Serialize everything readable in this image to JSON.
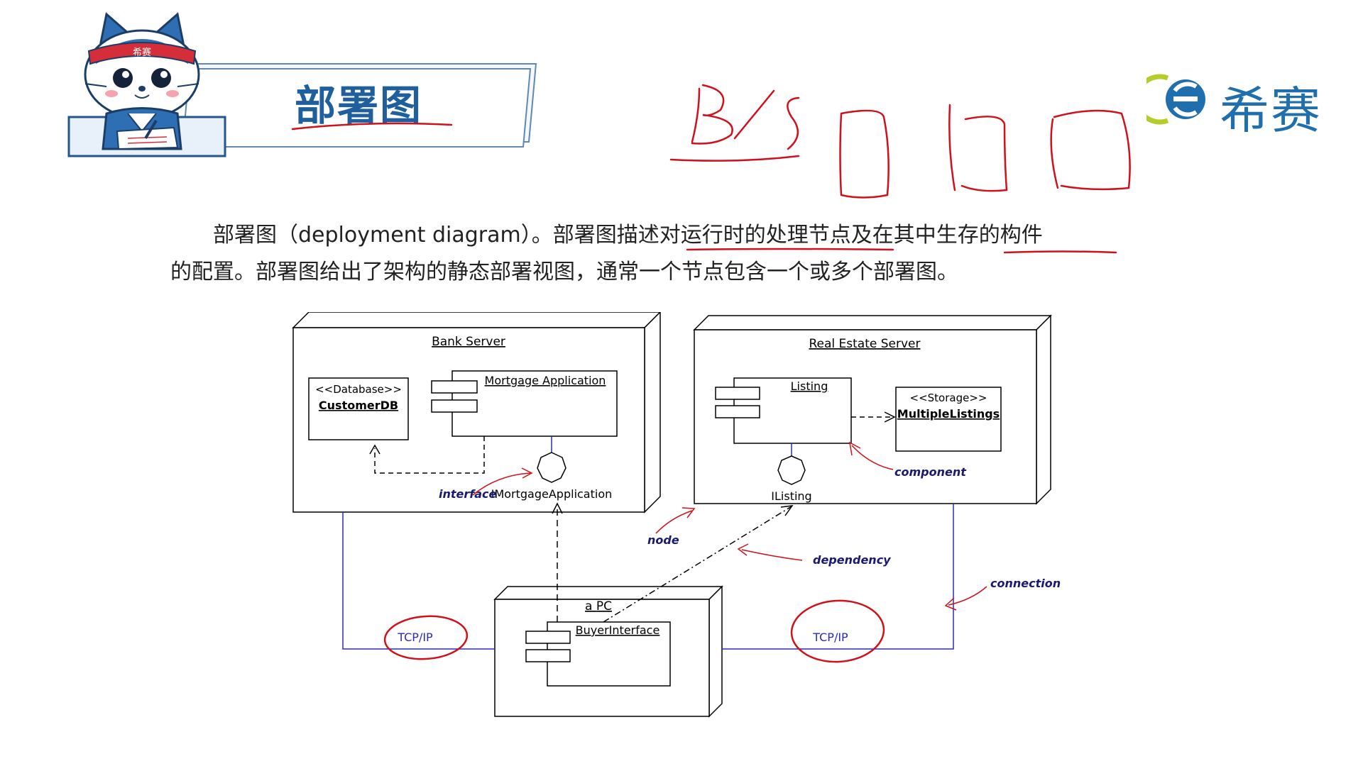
{
  "slide": {
    "title": "部署图",
    "handwriting": "B/S"
  },
  "brand": {
    "name": "希赛",
    "mascot_badge": "希赛"
  },
  "paragraph": {
    "line1": "部署图（deployment diagram）。部署图描述对运行时的处理节点及在其中生存的构件",
    "line2": "的配置。部署图给出了架构的静态部署视图，通常一个节点包含一个或多个部署图。"
  },
  "diagram": {
    "bank_server": {
      "title": "Bank Server",
      "database_stereotype": "<<Database>>",
      "database_name": "CustomerDB",
      "component": "Mortgage Application",
      "interface": "IMortgageApplication"
    },
    "real_estate_server": {
      "title": "Real Estate Server",
      "component": "Listing",
      "storage_stereotype": "<<Storage>>",
      "storage_name": "MultipleListings",
      "interface": "IListing"
    },
    "pc": {
      "title": "a PC",
      "component": "BuyerInterface"
    },
    "protocols": {
      "left": "TCP/IP",
      "right": "TCP/IP"
    },
    "annotations": {
      "interface": "interface",
      "component": "component",
      "node": "node",
      "dependency": "dependency",
      "connection": "connection"
    }
  },
  "colors": {
    "title_blue": "#1f5f9e",
    "annotation_red": "#d0101a",
    "connection_blue": "#2b2bb8",
    "annotation_text": "#1a1a6e"
  }
}
